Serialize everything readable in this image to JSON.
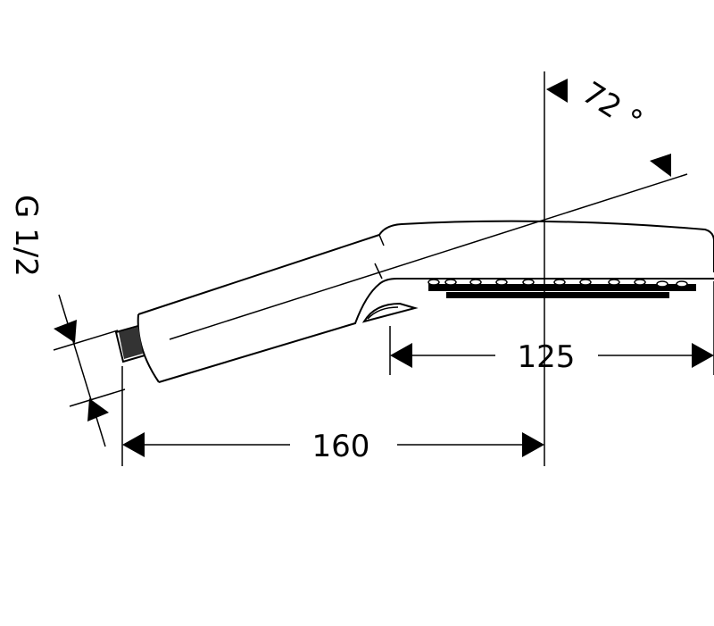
{
  "title": "Hand shower dimension drawing",
  "dimensions": {
    "angle": "72 °",
    "thread": "G 1/2",
    "head_length": "125",
    "overall_length": "160"
  },
  "colors": {
    "line": "#000000",
    "background": "#ffffff"
  }
}
